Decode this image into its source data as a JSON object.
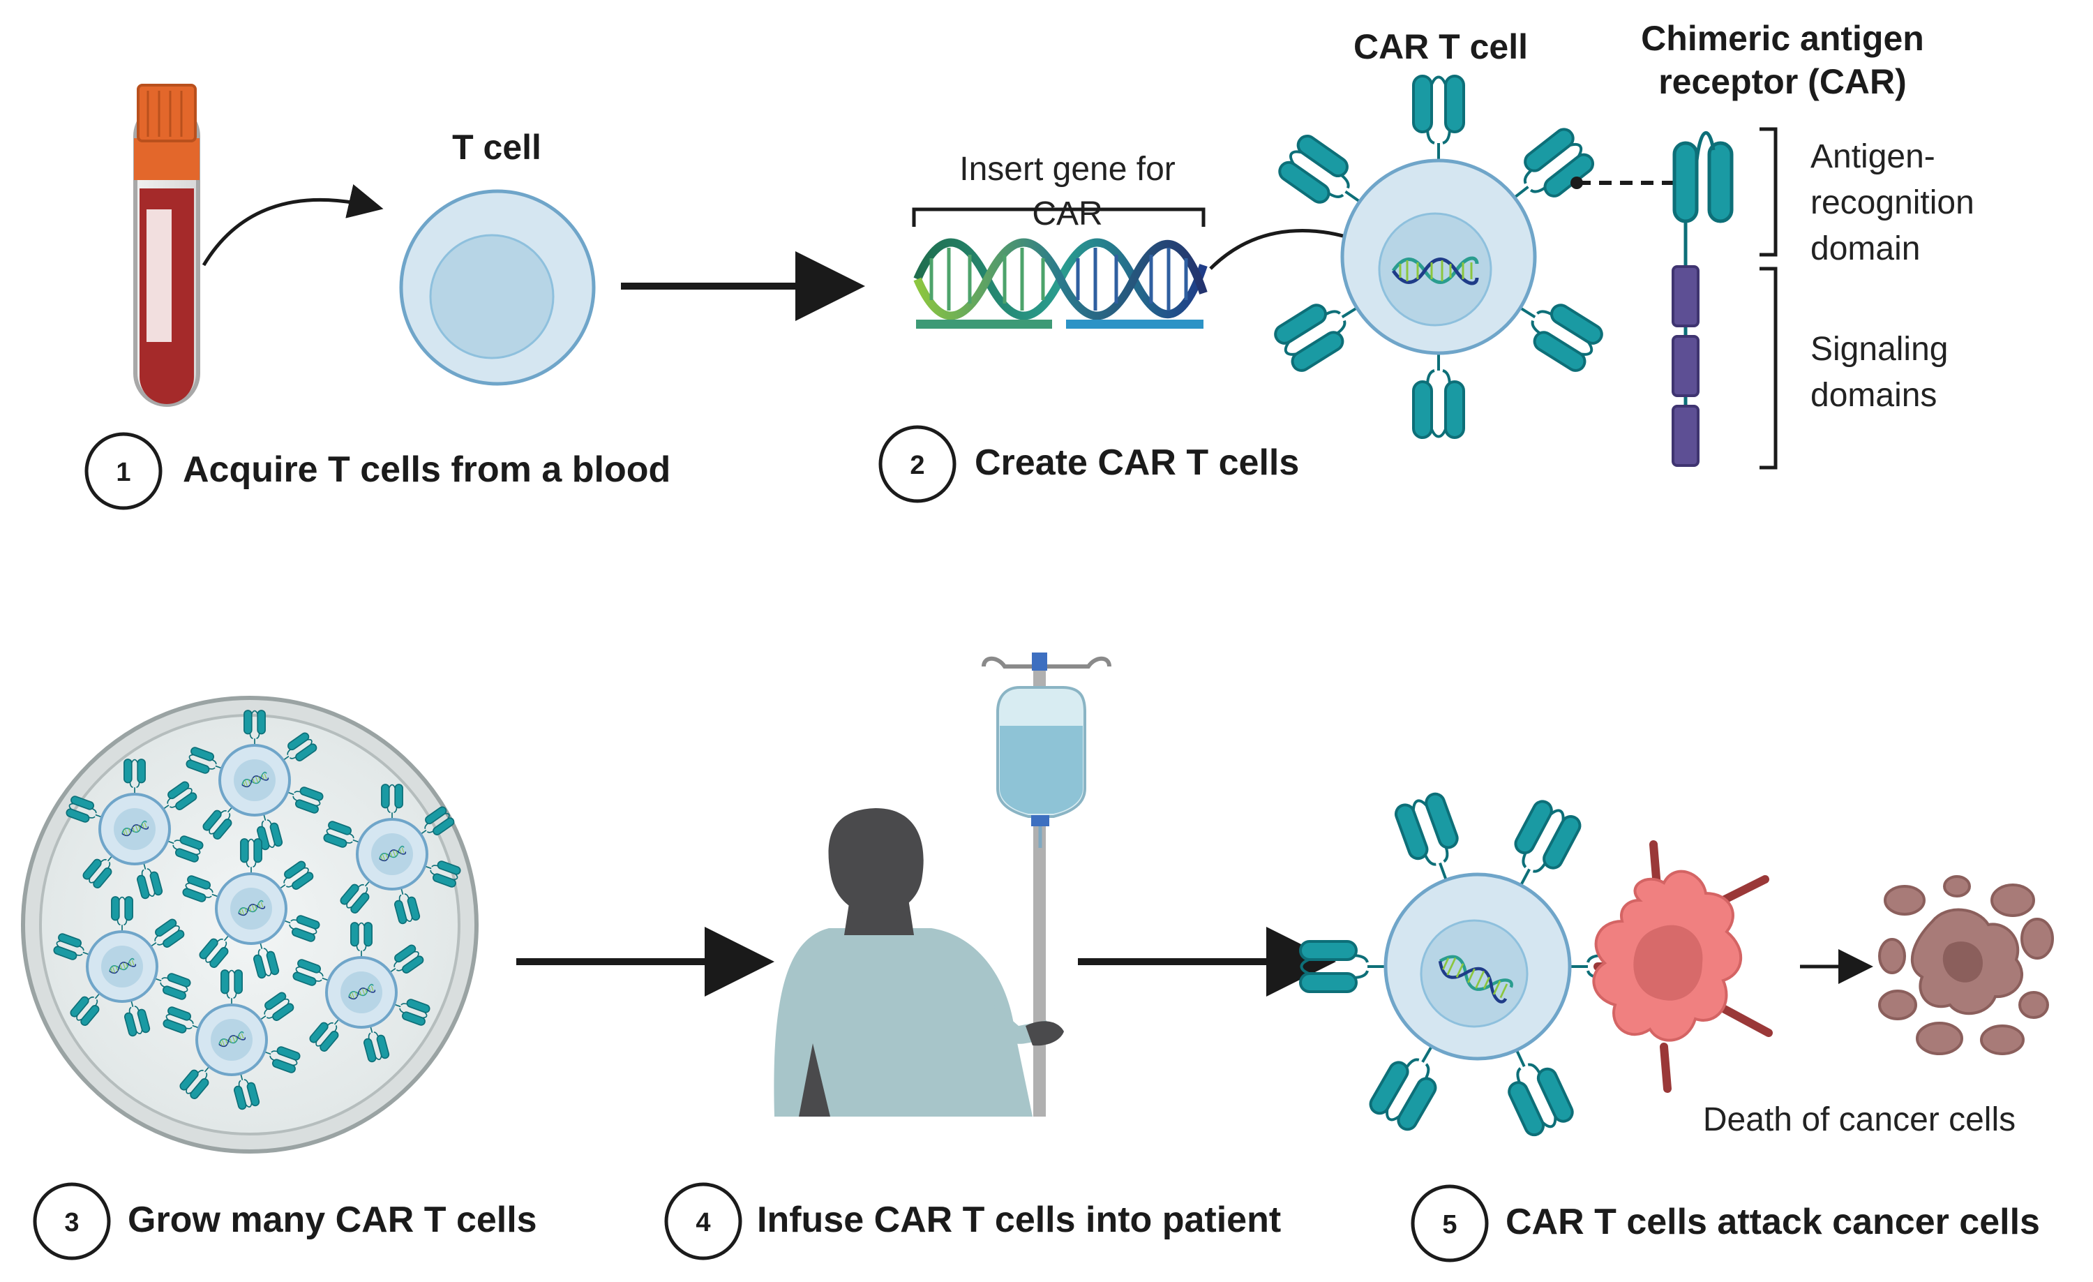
{
  "steps": [
    {
      "number": "1",
      "label": "Acquire T cells from a blood"
    },
    {
      "number": "2",
      "label": "Create CAR T cells"
    },
    {
      "number": "3",
      "label": "Grow many CAR T cells"
    },
    {
      "number": "4",
      "label": "Infuse CAR T cells into patient"
    },
    {
      "number": "5",
      "label": "CAR T cells attack cancer cells"
    }
  ],
  "labels": {
    "t_cell": "T cell",
    "insert_gene_line1": "Insert gene for",
    "insert_gene_line2": "CAR",
    "car_t_cell": "CAR T cell",
    "car_title_line1": "Chimeric antigen",
    "car_title_line2": "receptor (CAR)",
    "antigen_line1": "Antigen-",
    "antigen_line2": "recognition",
    "antigen_line3": "domain",
    "signaling_line1": "Signaling",
    "signaling_line2": "domains",
    "death": "Death of cancer cells"
  },
  "colors": {
    "receptor": "#1a9aa3",
    "receptor_dark": "#0d6f78",
    "cell_fill": "#d5e6f1",
    "nucleus_fill": "#b7d5e6",
    "signaling": "#5d4f94",
    "tube_cap": "#e3672b",
    "blood": "#a52a2a",
    "cancer": "#f08080",
    "dead_cell": "#a87b78",
    "patient": "#4a4a4c",
    "gown": "#a7c5c9",
    "arrow": "#1a1a1a"
  }
}
